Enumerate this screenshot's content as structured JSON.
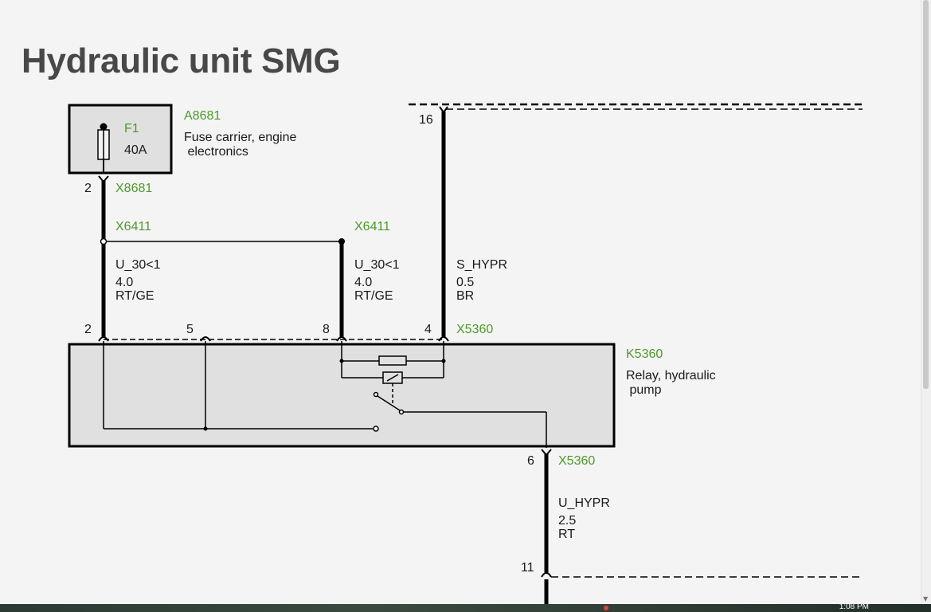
{
  "page": {
    "title": "Hydraulic unit SMG"
  },
  "diagram": {
    "fuse_carrier": {
      "ref": "A8681",
      "desc_line1": "Fuse carrier, engine",
      "desc_line2": " electronics",
      "fuse": {
        "ref": "F1",
        "rating": "40A"
      }
    },
    "connectors": {
      "x8681": {
        "name": "X8681",
        "pin": "2"
      },
      "x6411_left": {
        "name": "X6411"
      },
      "x6411_right": {
        "name": "X6411"
      },
      "x5360_top": {
        "name": "X5360",
        "pins": [
          "2",
          "5",
          "8",
          "4"
        ]
      },
      "x5360_bottom": {
        "name": "X5360",
        "pin": "6"
      },
      "top_pin": "16",
      "bottom_pin": "11"
    },
    "wires": [
      {
        "signal": "U_30<1",
        "gauge": "4.0",
        "color": "RT/GE"
      },
      {
        "signal": "U_30<1",
        "gauge": "4.0",
        "color": "RT/GE"
      },
      {
        "signal": "S_HYPR",
        "gauge": "0.5",
        "color": "BR"
      },
      {
        "signal": "U_HYPR",
        "gauge": "2.5",
        "color": "RT"
      }
    ],
    "relay": {
      "ref": "K5360",
      "desc_line1": "Relay, hydraulic",
      "desc_line2": " pump"
    },
    "colors": {
      "label_green": "#4c9a2a",
      "box_fill": "#e0e0e0",
      "line": "#000000"
    }
  },
  "taskbar": {
    "clock": "1:08 PM"
  }
}
